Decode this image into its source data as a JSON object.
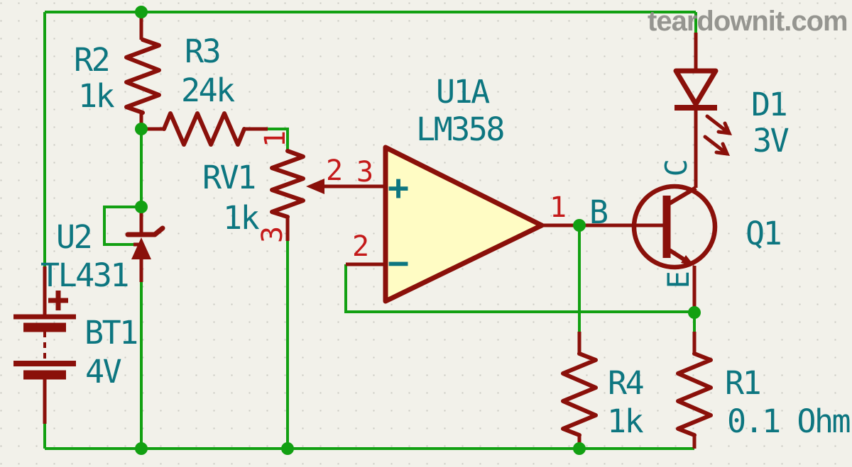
{
  "title": "LED constant-current driver schematic",
  "watermark": "teardownit.com",
  "colors": {
    "background": "#f2f1ea",
    "wire_green": "#12A012",
    "symbol_red": "#8A100A",
    "pin_number_red": "#c41a1a",
    "label_teal": "#0d7680",
    "opamp_fill": "#fffcc4",
    "watermark_gray": "#8e8e89"
  },
  "components": {
    "R2": {
      "ref": "R2",
      "value": "1k"
    },
    "R3": {
      "ref": "R3",
      "value": "24k"
    },
    "RV1": {
      "ref": "RV1",
      "value": "1k",
      "pins": {
        "p1": "1",
        "p2": "2",
        "p3": "3"
      }
    },
    "U2": {
      "ref": "U2",
      "value": "TL431"
    },
    "BT1": {
      "ref": "BT1",
      "value": "4V",
      "plus": "+"
    },
    "U1A": {
      "ref": "U1A",
      "value": "LM358",
      "plus": "+",
      "minus": "−",
      "pins": {
        "out": "1",
        "inv": "2",
        "noninv": "3"
      }
    },
    "Q1": {
      "ref": "Q1",
      "pins": {
        "b": "B",
        "c": "C",
        "e": "E"
      }
    },
    "D1": {
      "ref": "D1",
      "value": "3V"
    },
    "R4": {
      "ref": "R4",
      "value": "1k"
    },
    "R1": {
      "ref": "R1",
      "value": "0.1 Ohm"
    }
  }
}
